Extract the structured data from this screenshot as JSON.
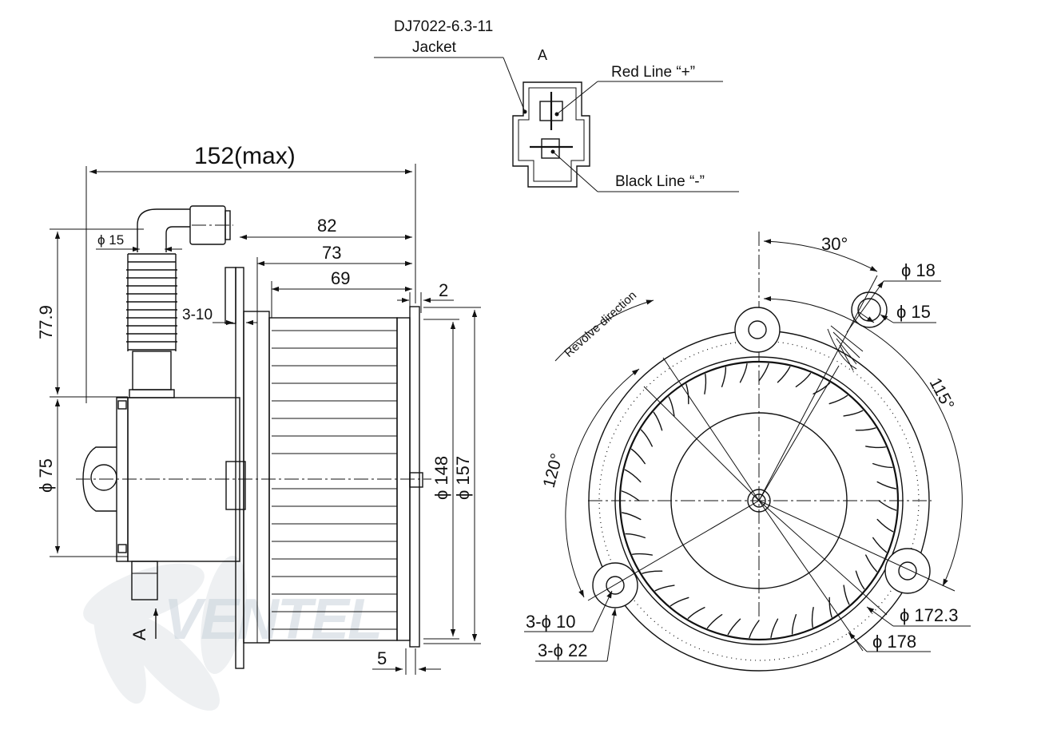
{
  "connector": {
    "part_number": "DJ7022-6.3-11",
    "jacket_label": "Jacket",
    "view_letter": "A",
    "red_line_label": "Red Line “+”",
    "black_line_label": "Black Line “-”"
  },
  "side_view": {
    "overall_length": "152(max)",
    "dim_82": "82",
    "dim_73": "73",
    "dim_69": "69",
    "dim_2": "2",
    "dim_5": "5",
    "dim_3_10": "3-10",
    "tube_diameter": "ϕ 15",
    "height_77_9": "77.9",
    "motor_diameter": "ϕ 75",
    "wheel_diameter_148": "ϕ 148",
    "wheel_diameter_157": "ϕ 157",
    "view_arrow_label": "A"
  },
  "front_view": {
    "angle_30": "30°",
    "angle_115": "115°",
    "angle_120": "120°",
    "revolve_label": "Revolve direction",
    "outlet_outer": "ϕ 18",
    "outlet_inner": "ϕ 15",
    "hole_small": "3-ϕ 10",
    "hole_large": "3-ϕ 22",
    "diameter_172_3": "ϕ 172.3",
    "diameter_178": "ϕ 178"
  },
  "watermark": {
    "brand_text": "VENTEL"
  }
}
